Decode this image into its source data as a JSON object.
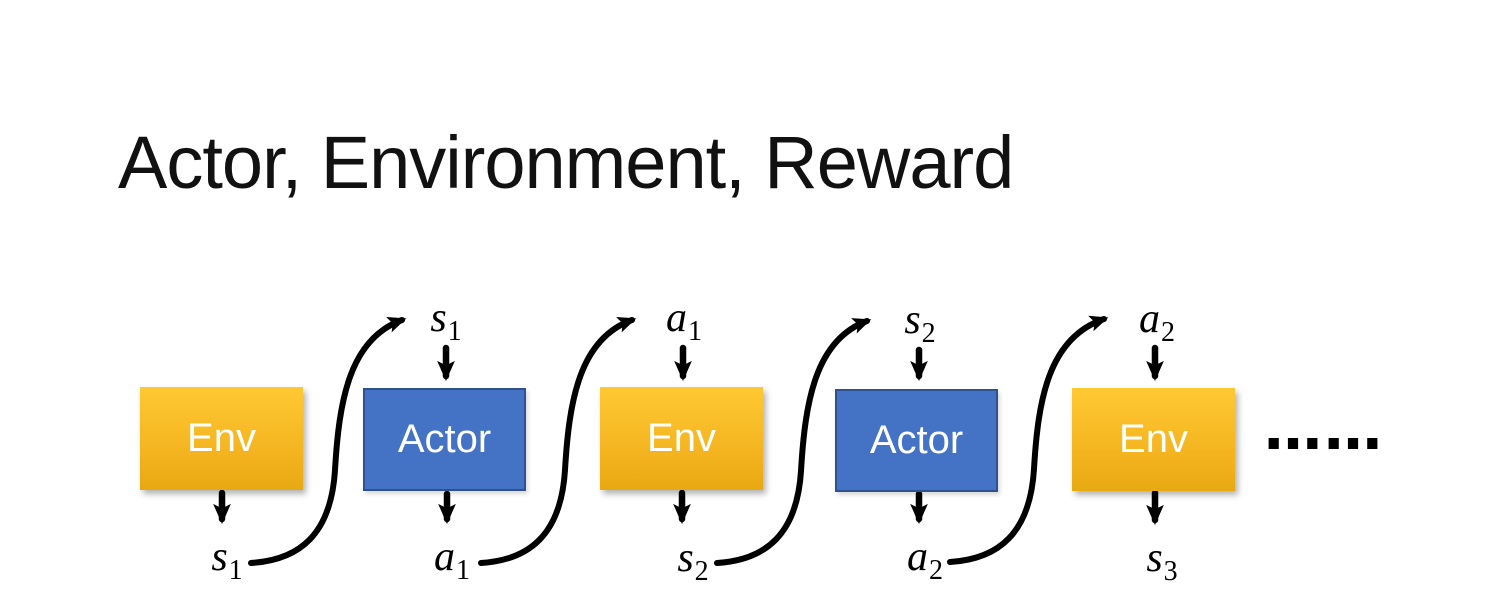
{
  "title": "Actor, Environment, Reward",
  "boxes": [
    {
      "label": "Env",
      "type": "env"
    },
    {
      "label": "Actor",
      "type": "actor"
    },
    {
      "label": "Env",
      "type": "env"
    },
    {
      "label": "Actor",
      "type": "actor"
    },
    {
      "label": "Env",
      "type": "env"
    }
  ],
  "top_labels": [
    {
      "base": "s",
      "sub": "1"
    },
    {
      "base": "a",
      "sub": "1"
    },
    {
      "base": "s",
      "sub": "2"
    },
    {
      "base": "a",
      "sub": "2"
    }
  ],
  "bottom_labels": [
    {
      "base": "s",
      "sub": "1"
    },
    {
      "base": "a",
      "sub": "1"
    },
    {
      "base": "s",
      "sub": "2"
    },
    {
      "base": "a",
      "sub": "2"
    },
    {
      "base": "s",
      "sub": "3"
    }
  ],
  "ellipsis": "……",
  "colors": {
    "env_gradient_top": "#FFC933",
    "env_gradient_bottom": "#E7A912",
    "actor_fill": "#4472C4",
    "actor_border": "#2F528F",
    "box_text": "#FFFFFF",
    "arrow": "#000000",
    "title_text": "#111111",
    "background": "#FFFFFF"
  }
}
